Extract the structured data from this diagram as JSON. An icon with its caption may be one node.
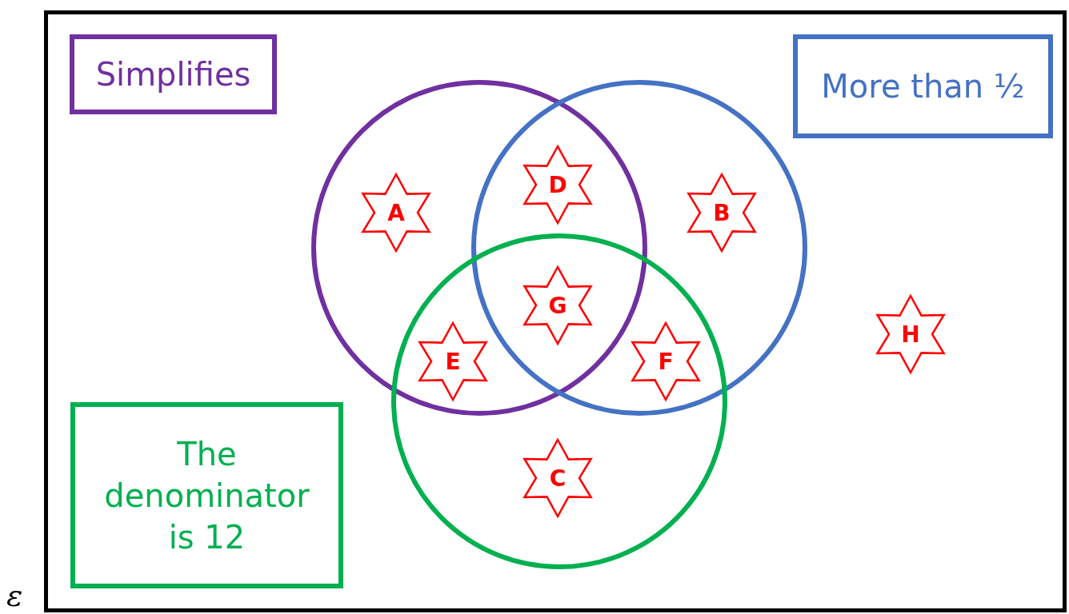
{
  "diagram": {
    "nodes": [
      {
        "text": [],
        "shape": "box",
        "beside": [
          "ε"
        ]
      },
      {
        "text": [
          "Simplifies"
        ],
        "in": 0
      },
      {
        "text": [
          "More than ½"
        ],
        "in": 0
      },
      {
        "text": [],
        "shape": "circle",
        "in": 0
      },
      {
        "text": [],
        "shape": "circle",
        "in": 0
      },
      {
        "text": [],
        "shape": "circle",
        "in": 0
      },
      {
        "text": [
          "A"
        ],
        "in": 3
      },
      {
        "text": [
          "D"
        ]
      },
      {
        "text": [
          "B"
        ],
        "in": 4
      },
      {
        "text": [
          "G"
        ]
      },
      {
        "text": [
          "E"
        ]
      },
      {
        "text": [
          "F"
        ]
      },
      {
        "text": [
          "H"
        ],
        "in": 0
      },
      {
        "text": [
          "C"
        ],
        "in": 5
      },
      {
        "text": [
          "The denominator is 12"
        ],
        "in": 0
      }
    ]
  }
}
